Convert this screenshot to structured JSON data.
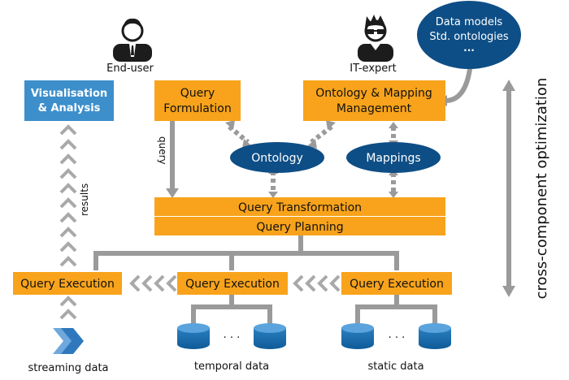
{
  "actors": {
    "end_user": "End-user",
    "it_expert": "IT-expert"
  },
  "data_models": {
    "line1": "Data models",
    "line2": "Std. ontologies",
    "line3": "..."
  },
  "boxes": {
    "visualisation": {
      "line1": "Visualisation",
      "line2": "& Analysis"
    },
    "query_formulation": {
      "line1": "Query",
      "line2": "Formulation"
    },
    "ontology_mapping": {
      "line1": "Ontology & Mapping",
      "line2": "Management"
    },
    "query_transformation": "Query Transformation",
    "query_planning": "Query Planning",
    "query_execution_left": "Query Execution",
    "query_execution_mid": "Query Execution",
    "query_execution_right": "Query Execution"
  },
  "ellipses": {
    "ontology": "Ontology",
    "mappings": "Mappings"
  },
  "edge_labels": {
    "query": "query",
    "results": "results"
  },
  "side_label": "cross-component optimization",
  "sources": {
    "streaming": "streaming data",
    "temporal": "temporal data",
    "static": "static data",
    "ellipsis_temporal": "· · ·",
    "ellipsis_static": "· · ·"
  },
  "colors": {
    "orange": "#f8a31b",
    "blue_box": "#3d8fcb",
    "navy": "#0e4e86",
    "grey": "#9a9a9a"
  }
}
